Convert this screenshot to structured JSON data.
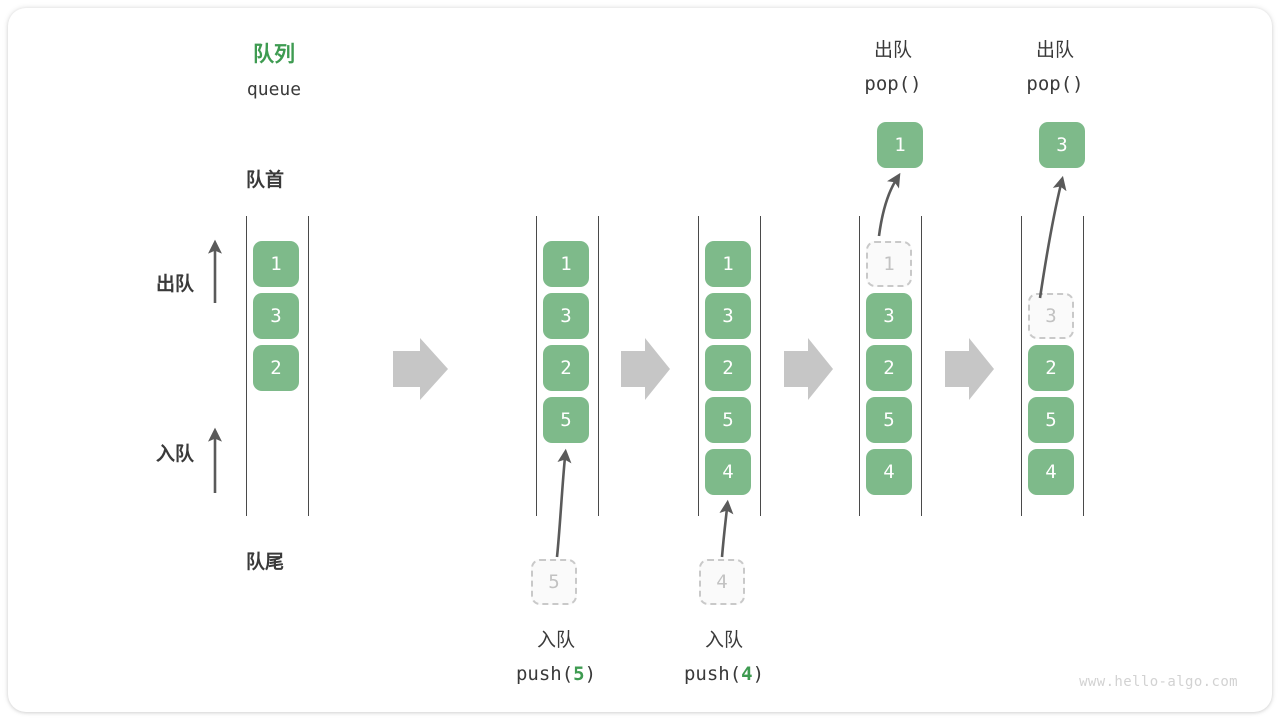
{
  "diagram": {
    "title_cjk": "队列",
    "title_latin": "queue",
    "front_label": "队首",
    "rear_label": "队尾",
    "dequeue_label": "出队",
    "enqueue_label": "入队",
    "watermark": "www.hello-algo.com",
    "accent_green": "#7EBA8A",
    "title_green": "#3E9B51",
    "ghost_gray": "#c9c9c9",
    "arrow_gray": "#c6c6c6"
  },
  "stages": [
    {
      "id": "initial",
      "items": [
        "1",
        "3",
        "2"
      ],
      "ghost_index": -1,
      "caption_cjk": "",
      "caption_code_prefix": "",
      "caption_arg": "",
      "caption_code_suffix": "",
      "incoming_value": "",
      "popped_value": "",
      "header_cjk": "",
      "header_code": ""
    },
    {
      "id": "push5",
      "items": [
        "1",
        "3",
        "2",
        "5"
      ],
      "ghost_index": -1,
      "caption_cjk": "入队",
      "caption_code_prefix": "push(",
      "caption_arg": "5",
      "caption_code_suffix": ")",
      "incoming_value": "5",
      "popped_value": "",
      "header_cjk": "",
      "header_code": ""
    },
    {
      "id": "push4",
      "items": [
        "1",
        "3",
        "2",
        "5",
        "4"
      ],
      "ghost_index": -1,
      "caption_cjk": "入队",
      "caption_code_prefix": "push(",
      "caption_arg": "4",
      "caption_code_suffix": ")",
      "incoming_value": "4",
      "popped_value": "",
      "header_cjk": "",
      "header_code": ""
    },
    {
      "id": "pop1",
      "items": [
        "1",
        "3",
        "2",
        "5",
        "4"
      ],
      "ghost_index": 0,
      "caption_cjk": "",
      "caption_code_prefix": "",
      "caption_arg": "",
      "caption_code_suffix": "",
      "incoming_value": "",
      "popped_value": "1",
      "header_cjk": "出队",
      "header_code": "pop()"
    },
    {
      "id": "pop3",
      "items": [
        "3",
        "2",
        "5",
        "4"
      ],
      "ghost_index": 0,
      "caption_cjk": "",
      "caption_code_prefix": "",
      "caption_arg": "",
      "caption_code_suffix": "",
      "incoming_value": "",
      "popped_value": "3",
      "header_cjk": "出队",
      "header_code": "pop()"
    }
  ]
}
